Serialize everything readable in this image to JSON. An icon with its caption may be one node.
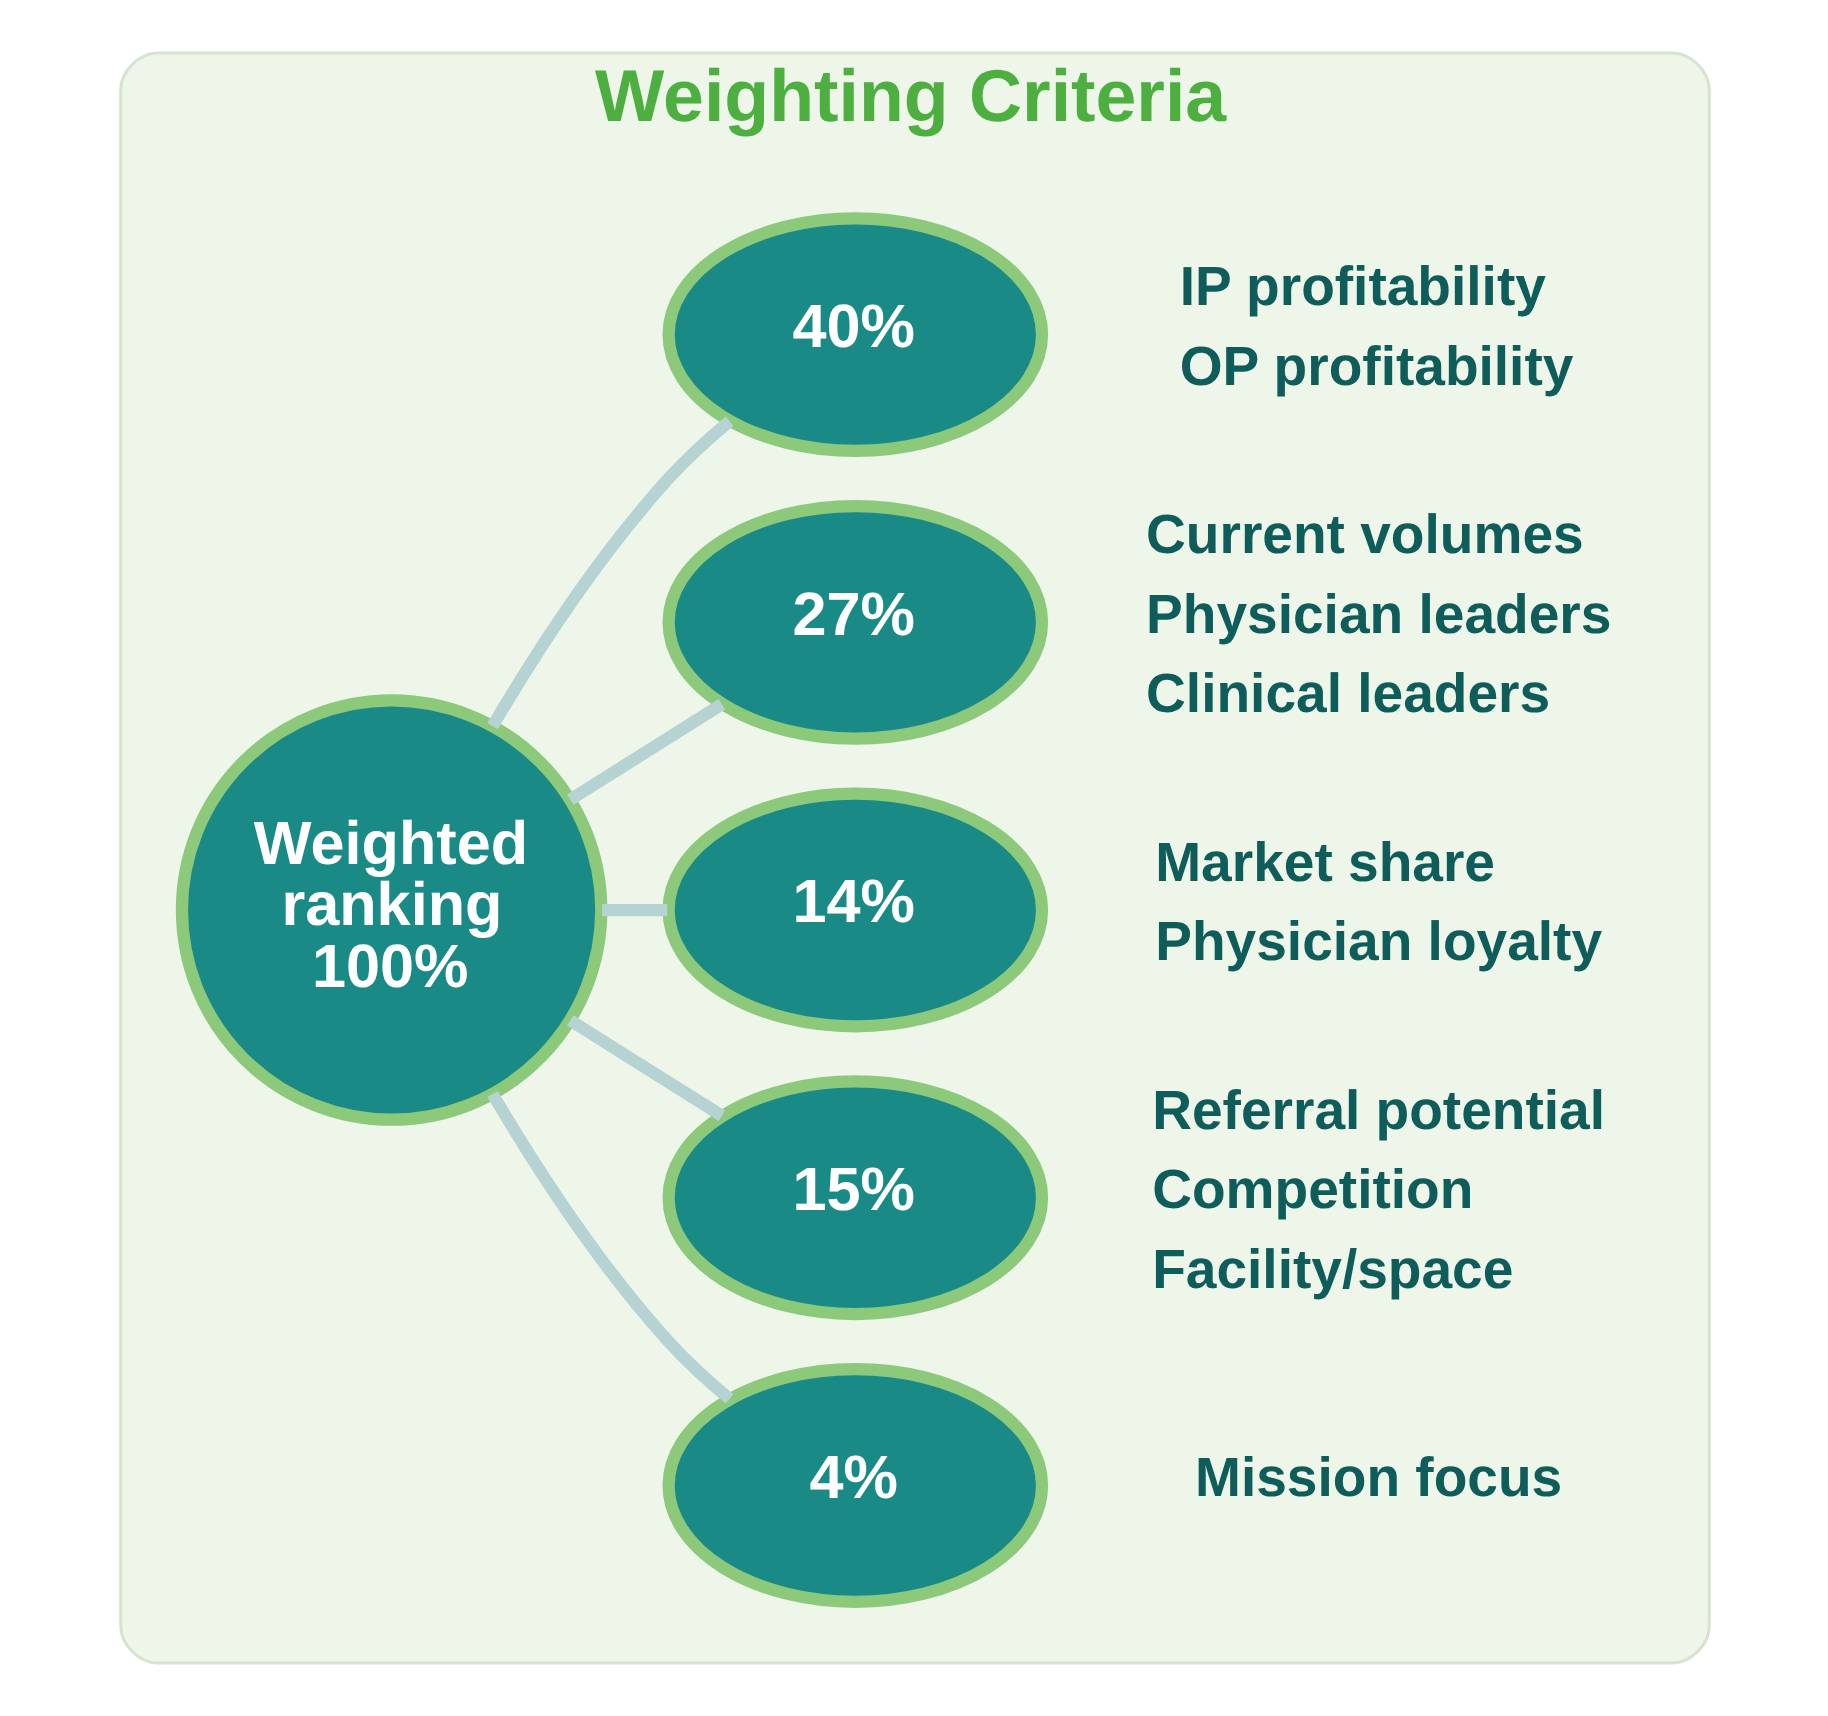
{
  "diagram": {
    "nodes": [
      {
        "text": [
          "Weighting Criteria"
        ]
      },
      {
        "text": [
          "Weighted ranking 100%"
        ],
        "in": 0
      },
      {
        "text": [
          "40%"
        ],
        "in": 0,
        "beside": [
          "IP profitability",
          "OP profitability"
        ]
      },
      {
        "text": [
          "27%"
        ],
        "in": 0,
        "beside": [
          "Current volumes",
          "Physician leaders",
          "Clinical leaders"
        ]
      },
      {
        "text": [
          "14%"
        ],
        "in": 0,
        "beside": [
          "Market share",
          "Physician loyalty"
        ]
      },
      {
        "text": [
          "15%"
        ],
        "in": 0,
        "beside": [
          "Referral potential",
          "Competition",
          "Facility/space"
        ]
      },
      {
        "text": [
          "4%"
        ],
        "in": 0,
        "beside": [
          "Mission focus"
        ]
      }
    ],
    "edges": [
      {
        "from": 1,
        "to": 2,
        "arrow": "none"
      },
      {
        "from": 1,
        "to": 3,
        "arrow": "none"
      },
      {
        "from": 1,
        "to": 4,
        "arrow": "none"
      },
      {
        "from": 1,
        "to": 5,
        "arrow": "none"
      },
      {
        "from": 1,
        "to": 6,
        "arrow": "none"
      }
    ]
  }
}
